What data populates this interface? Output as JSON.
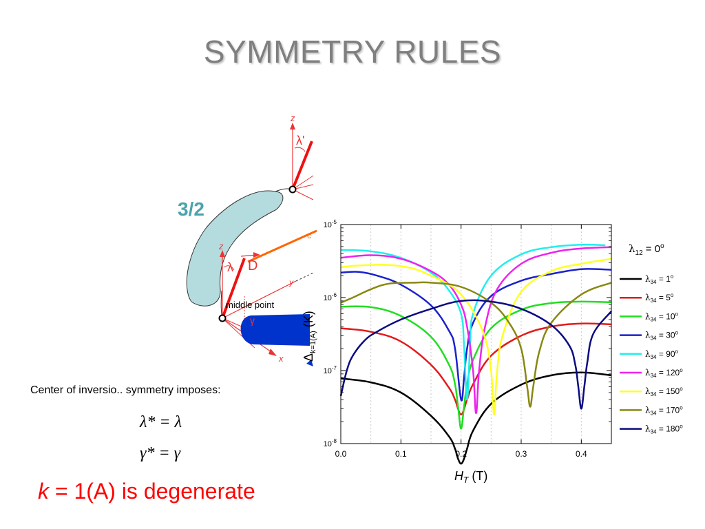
{
  "slide": {
    "title": "SYMMETRY RULES",
    "inversion_text": "Center of inversio.. symmetry imposes:",
    "eq1": "λ* = λ",
    "eq2": "γ* = γ",
    "degenerate_k": "k",
    "degenerate_rest": " = 1(A) is degenerate"
  },
  "diagram": {
    "spin_label": "3/2",
    "middle_point_label": "middle point",
    "vector_label": "D",
    "lambda_label": "λ",
    "lambda_prime_label": "λ'",
    "gamma_label": "γ",
    "axis_z_top": "z",
    "axis_z": "z",
    "axis_y": "y",
    "axis_x": "x",
    "cut_label": "c",
    "colors": {
      "rod_light": "#b4dcde",
      "rod_dark": "#0033cc",
      "vector": "#ee1111",
      "orange": "#ff6600",
      "spin_label": "#4aa3ad"
    }
  },
  "chart_data": {
    "type": "line",
    "xlabel_main": "H",
    "xlabel_sub": "T",
    "xlabel_unit": " (T)",
    "ylabel_main": "Δ",
    "ylabel_sub": "k=1(A)",
    "ylabel_unit": " (K)",
    "x_scale": "linear",
    "y_scale": "log",
    "xlim": [
      0,
      0.45
    ],
    "ylim": [
      1e-08,
      1e-05
    ],
    "x_ticks": [
      0.0,
      0.1,
      0.2,
      0.3,
      0.4
    ],
    "x_tick_labels": [
      "0.0",
      "0.1",
      "0.2",
      "0.3",
      "0.4"
    ],
    "y_ticks": [
      1e-08,
      1e-07,
      1e-06,
      1e-05
    ],
    "y_tick_labels": [
      {
        "base": "10",
        "exp": "-8"
      },
      {
        "base": "10",
        "exp": "-7"
      },
      {
        "base": "10",
        "exp": "-6"
      },
      {
        "base": "10",
        "exp": "-5"
      }
    ],
    "grid": "vertical dotted",
    "legend_header": {
      "sym": "λ",
      "sub": "12",
      "rest": " = 0",
      "sup": "o"
    },
    "legend_placement": "right",
    "series": [
      {
        "name": {
          "sym": "λ",
          "sub": "34",
          "rest": " = 1",
          "sup": "o"
        },
        "color": "#000000",
        "x": [
          0,
          0.05,
          0.1,
          0.15,
          0.18,
          0.19,
          0.195,
          0.2,
          0.205,
          0.21,
          0.22,
          0.25,
          0.3,
          0.35,
          0.4,
          0.45
        ],
        "y": [
          7.8e-08,
          6.9e-08,
          5e-08,
          2.4e-08,
          1.25e-08,
          8.5e-09,
          6.2e-09,
          5.3e-09,
          6.2e-09,
          8.5e-09,
          1.5e-08,
          3.5e-08,
          6.4e-08,
          8.6e-08,
          9.4e-08,
          8.6e-08
        ]
      },
      {
        "name": {
          "sym": "λ",
          "sub": "34",
          "rest": " = 5",
          "sup": "o"
        },
        "color": "#e31a1a",
        "x": [
          0,
          0.05,
          0.1,
          0.15,
          0.18,
          0.19,
          0.2,
          0.21,
          0.22,
          0.25,
          0.3,
          0.35,
          0.4,
          0.45
        ],
        "y": [
          3.8e-07,
          3.4e-07,
          2.5e-07,
          1.2e-07,
          5.8e-08,
          4e-08,
          2.5e-08,
          4e-08,
          6.5e-08,
          1.6e-07,
          3e-07,
          4e-07,
          4.4e-07,
          4.3e-07
        ]
      },
      {
        "name": {
          "sym": "λ",
          "sub": "34",
          "rest": " = 10",
          "sup": "o"
        },
        "color": "#22dd22",
        "x": [
          0,
          0.05,
          0.1,
          0.15,
          0.18,
          0.19,
          0.195,
          0.2,
          0.205,
          0.21,
          0.22,
          0.25,
          0.3,
          0.35,
          0.4,
          0.45
        ],
        "y": [
          7.5e-07,
          7.4e-07,
          5.6e-07,
          2.9e-07,
          1.2e-07,
          6.5e-08,
          3.2e-08,
          1.6e-08,
          3.2e-08,
          6.5e-08,
          1.4e-07,
          3.8e-07,
          6.8e-07,
          8.4e-07,
          8.8e-07,
          8.6e-07
        ]
      },
      {
        "name": {
          "sym": "λ",
          "sub": "34",
          "rest": " = 30",
          "sup": "o"
        },
        "color": "#1a22cc",
        "x": [
          0,
          0.03,
          0.06,
          0.1,
          0.15,
          0.18,
          0.19,
          0.2,
          0.205,
          0.21,
          0.22,
          0.25,
          0.3,
          0.35,
          0.4,
          0.45
        ],
        "y": [
          2.2e-06,
          2.25e-06,
          2e-06,
          1.5e-06,
          7.8e-07,
          3.5e-07,
          2e-07,
          4e-08,
          8e-08,
          2e-07,
          4.5e-07,
          1.05e-06,
          1.7e-06,
          2.1e-06,
          2.45e-06,
          2.4e-06
        ]
      },
      {
        "name": {
          "sym": "λ",
          "sub": "34",
          "rest": " = 90",
          "sup": "o"
        },
        "color": "#22eeee",
        "x": [
          0,
          0.05,
          0.1,
          0.15,
          0.18,
          0.2,
          0.205,
          0.21,
          0.215,
          0.22,
          0.25,
          0.3,
          0.35,
          0.4,
          0.44
        ],
        "y": [
          4.5e-06,
          4.3e-06,
          3.5e-06,
          2.2e-06,
          1.25e-06,
          6e-07,
          2.2e-07,
          4e-08,
          2.2e-07,
          6e-07,
          2e-06,
          3.9e-06,
          4.9e-06,
          5.3e-06,
          5.2e-06
        ]
      },
      {
        "name": {
          "sym": "λ",
          "sub": "34",
          "rest": " = 120",
          "sup": "o"
        },
        "color": "#ee22ee",
        "x": [
          0,
          0.05,
          0.1,
          0.15,
          0.18,
          0.2,
          0.21,
          0.22,
          0.225,
          0.23,
          0.24,
          0.26,
          0.3,
          0.35,
          0.4,
          0.45
        ],
        "y": [
          3.5e-06,
          3.8e-06,
          3.4e-06,
          2.3e-06,
          1.5e-06,
          8e-07,
          4e-07,
          1e-07,
          2.6e-08,
          1e-07,
          4e-07,
          1.3e-06,
          2.9e-06,
          4.1e-06,
          4.7e-06,
          4.9e-06
        ]
      },
      {
        "name": {
          "sym": "λ",
          "sub": "34",
          "rest": " = 150",
          "sup": "o"
        },
        "color": "#ffff22",
        "x": [
          0,
          0.03,
          0.08,
          0.12,
          0.15,
          0.18,
          0.2,
          0.22,
          0.24,
          0.25,
          0.255,
          0.26,
          0.27,
          0.3,
          0.35,
          0.4,
          0.45
        ],
        "y": [
          2.6e-06,
          2.75e-06,
          2.8e-06,
          2.5e-06,
          2e-06,
          1.5e-06,
          1.1e-06,
          6.5e-07,
          2.8e-07,
          1e-07,
          2.5e-08,
          1e-07,
          3.2e-07,
          1.2e-06,
          2.3e-06,
          2.9e-06,
          3.4e-06
        ]
      },
      {
        "name": {
          "sym": "λ",
          "sub": "34",
          "rest": " = 170",
          "sup": "o"
        },
        "color": "#888811",
        "x": [
          0,
          0.02,
          0.05,
          0.08,
          0.12,
          0.15,
          0.2,
          0.25,
          0.28,
          0.3,
          0.31,
          0.315,
          0.32,
          0.33,
          0.35,
          0.4,
          0.45
        ],
        "y": [
          8.5e-07,
          1e-06,
          1.3e-06,
          1.55e-06,
          1.6e-06,
          1.6e-06,
          1.4e-06,
          8.5e-07,
          4.5e-07,
          2e-07,
          6e-08,
          3.2e-08,
          6e-08,
          1.8e-07,
          4.5e-07,
          1.1e-06,
          1.6e-06
        ]
      },
      {
        "name": {
          "sym": "λ",
          "sub": "34",
          "rest": " = 180",
          "sup": "o"
        },
        "color": "#0a0a80",
        "x": [
          0,
          0.01,
          0.02,
          0.04,
          0.06,
          0.1,
          0.15,
          0.2,
          0.25,
          0.3,
          0.35,
          0.38,
          0.39,
          0.395,
          0.4,
          0.405,
          0.41,
          0.42,
          0.45
        ],
        "y": [
          4.5e-08,
          1e-07,
          1.6e-07,
          2.6e-07,
          3.4e-07,
          5e-07,
          7e-07,
          9e-07,
          8.8e-07,
          7e-07,
          4.2e-07,
          2.2e-07,
          1.2e-07,
          6e-08,
          3e-08,
          6e-08,
          1.3e-07,
          3.2e-07,
          6.5e-07
        ]
      }
    ]
  }
}
